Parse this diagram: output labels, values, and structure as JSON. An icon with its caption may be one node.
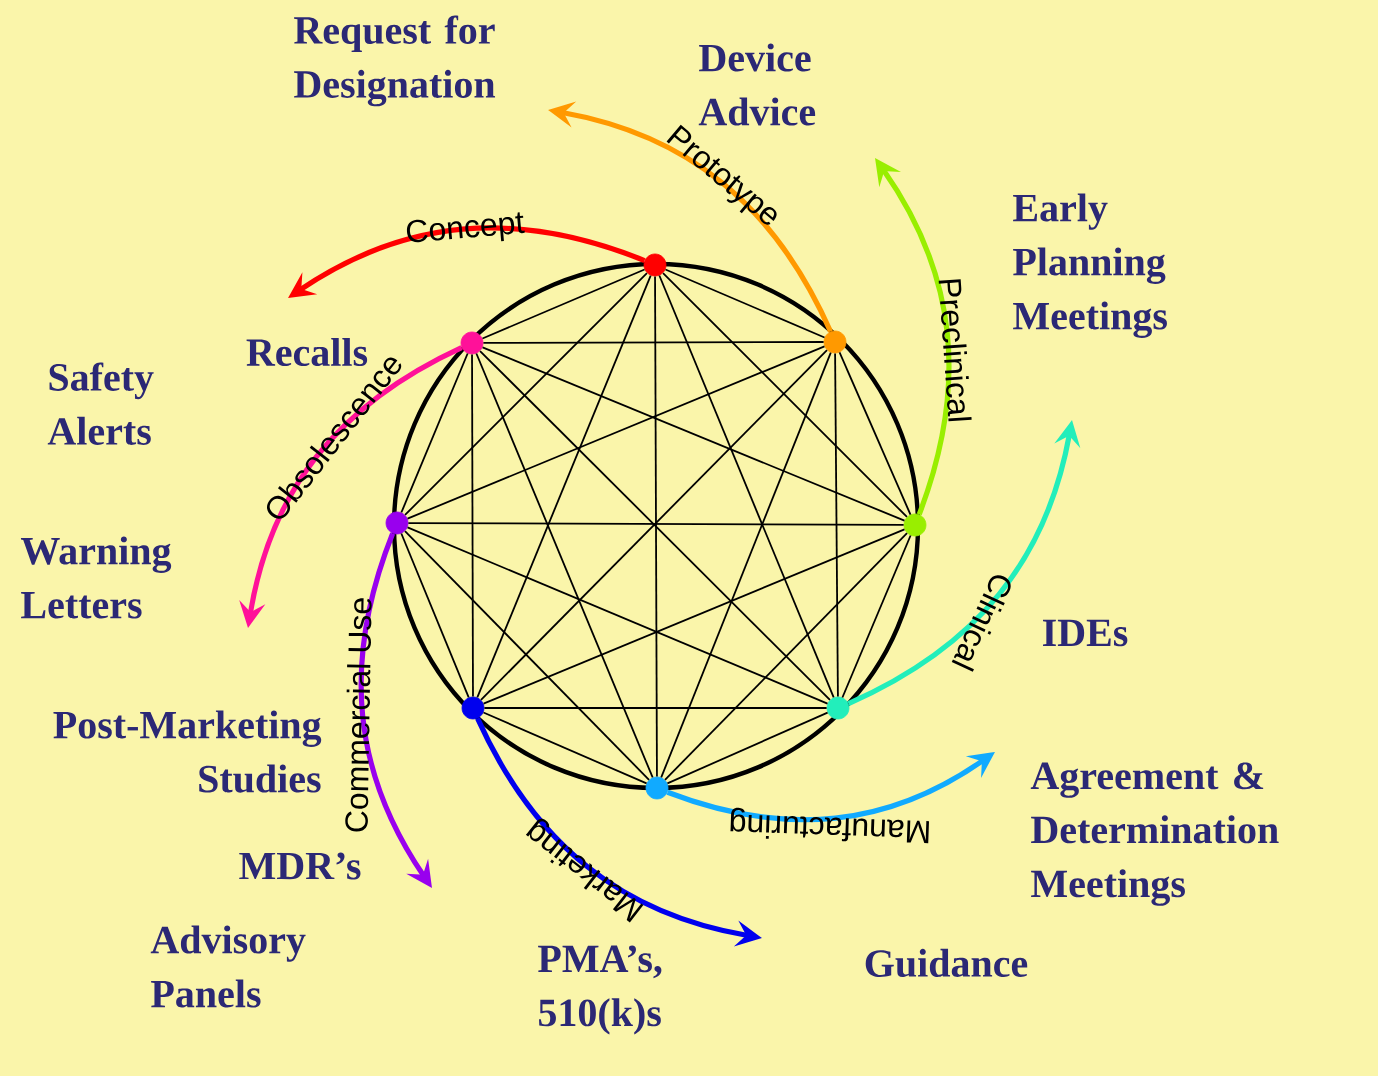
{
  "diagram": {
    "nodes": [
      {
        "text": [],
        "shape": "circle"
      },
      {
        "text": [],
        "shape": "circle"
      },
      {
        "text": [],
        "shape": "circle"
      },
      {
        "text": [],
        "shape": "circle"
      },
      {
        "text": [],
        "shape": "circle"
      },
      {
        "text": [],
        "shape": "circle"
      },
      {
        "text": [],
        "shape": "circle"
      },
      {
        "text": [],
        "shape": "circle"
      }
    ],
    "edges": [
      {
        "from": 0,
        "to": null,
        "arrow": "to",
        "label": "Concept",
        "style": "thick",
        "color": "#ff0000"
      },
      {
        "from": 1,
        "to": null,
        "arrow": "to",
        "label": "Prototype",
        "style": "thick",
        "color": "#ff9900"
      },
      {
        "from": 2,
        "to": null,
        "arrow": "to",
        "label": "Preclinical",
        "style": "thick",
        "color": "#99ee00"
      },
      {
        "from": 3,
        "to": null,
        "arrow": "to",
        "label": "Clinical",
        "style": "thick",
        "color": "#22eebb"
      },
      {
        "from": 4,
        "to": null,
        "arrow": "to",
        "label": "Manufacturing",
        "style": "thick",
        "color": "#11aaff"
      },
      {
        "from": 5,
        "to": null,
        "arrow": "to",
        "label": "Marketing",
        "style": "thick",
        "color": "#0000ee"
      },
      {
        "from": 6,
        "to": null,
        "arrow": "to",
        "label": "Commercial Use",
        "style": "thick",
        "color": "#9900ee"
      },
      {
        "from": 7,
        "to": null,
        "arrow": "to",
        "label": "Obsolescence",
        "style": "thick",
        "color": "#ff1199"
      },
      {
        "from": 0,
        "to": 1,
        "arrow": "none"
      },
      {
        "from": 0,
        "to": 2,
        "arrow": "none"
      },
      {
        "from": 0,
        "to": 3,
        "arrow": "none"
      },
      {
        "from": 0,
        "to": 4,
        "arrow": "none"
      },
      {
        "from": 0,
        "to": 5,
        "arrow": "none"
      },
      {
        "from": 0,
        "to": 6,
        "arrow": "none"
      },
      {
        "from": 0,
        "to": 7,
        "arrow": "none"
      },
      {
        "from": 1,
        "to": 2,
        "arrow": "none"
      },
      {
        "from": 1,
        "to": 3,
        "arrow": "none"
      },
      {
        "from": 1,
        "to": 4,
        "arrow": "none"
      },
      {
        "from": 1,
        "to": 5,
        "arrow": "none"
      },
      {
        "from": 1,
        "to": 6,
        "arrow": "none"
      },
      {
        "from": 1,
        "to": 7,
        "arrow": "none"
      },
      {
        "from": 2,
        "to": 3,
        "arrow": "none"
      },
      {
        "from": 2,
        "to": 4,
        "arrow": "none"
      },
      {
        "from": 2,
        "to": 5,
        "arrow": "none"
      },
      {
        "from": 2,
        "to": 6,
        "arrow": "none"
      },
      {
        "from": 2,
        "to": 7,
        "arrow": "none"
      },
      {
        "from": 3,
        "to": 4,
        "arrow": "none"
      },
      {
        "from": 3,
        "to": 5,
        "arrow": "none"
      },
      {
        "from": 3,
        "to": 6,
        "arrow": "none"
      },
      {
        "from": 3,
        "to": 7,
        "arrow": "none"
      },
      {
        "from": 4,
        "to": 5,
        "arrow": "none"
      },
      {
        "from": 4,
        "to": 6,
        "arrow": "none"
      },
      {
        "from": 4,
        "to": 7,
        "arrow": "none"
      },
      {
        "from": 5,
        "to": 6,
        "arrow": "none"
      },
      {
        "from": 5,
        "to": 7,
        "arrow": "none"
      },
      {
        "from": 6,
        "to": 7,
        "arrow": "none"
      }
    ],
    "labels": [
      "Request for Designation",
      "Device Advice",
      "Early Planning Meetings",
      "Recalls",
      "Safety Alerts",
      "Warning Letters",
      "IDEs",
      "Post-Marketing Studies",
      "Agreement & Determination Meetings",
      "MDR’s",
      "Advisory Panels",
      "Guidance",
      "PMA’s, 510(k)s"
    ]
  }
}
